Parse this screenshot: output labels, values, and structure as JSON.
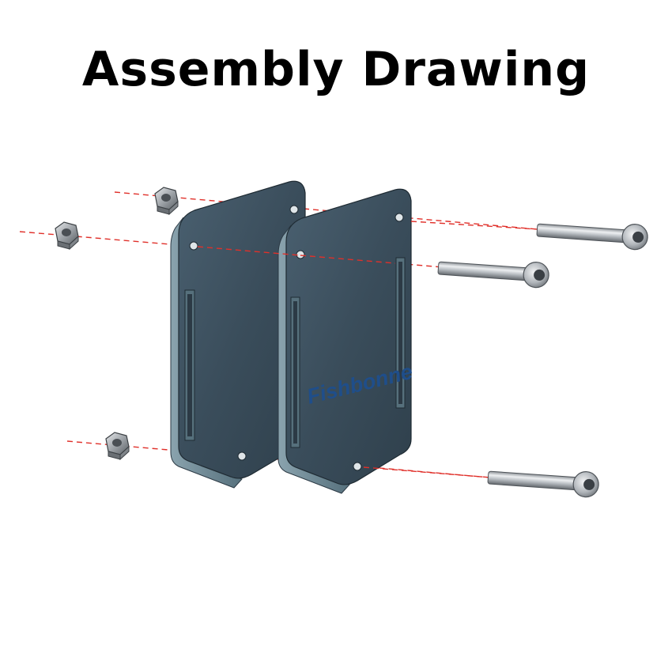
{
  "title": "Assembly Drawing",
  "brand_label": "Fishbonne",
  "colors": {
    "background": "#ffffff",
    "title": "#000000",
    "plate_face": "#3b4e5c",
    "plate_edge": "#6f8a97",
    "plate_edge_dark": "#2c3a45",
    "brand_text": "#1f4e8a",
    "guide_line": "#e0302a",
    "metal_light": "#e6e8ea",
    "metal_mid": "#a8adb2",
    "metal_dark": "#5e6368"
  },
  "parts": {
    "plates": 2,
    "nuts": 3,
    "bolts": 3
  }
}
